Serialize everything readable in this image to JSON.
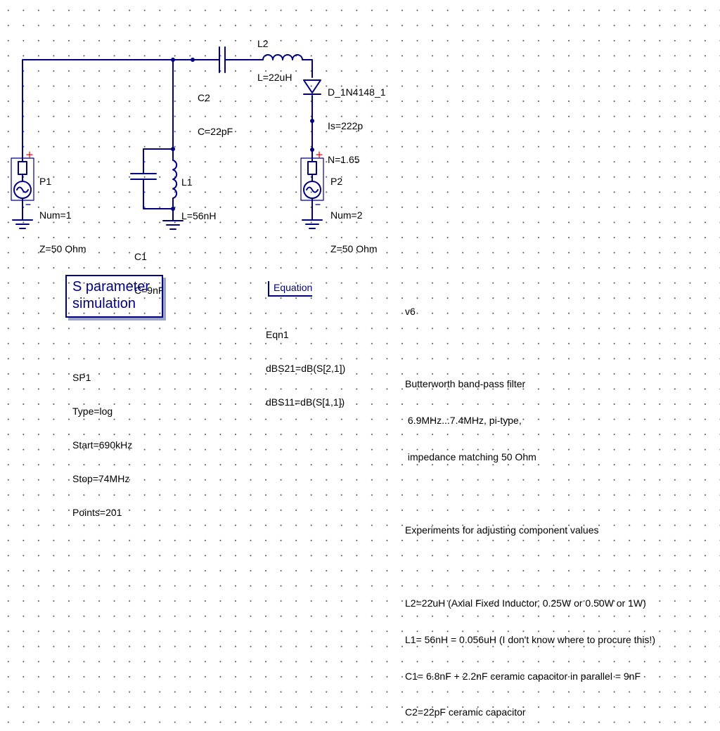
{
  "components": {
    "P1": {
      "lines": [
        "P1",
        "Num=1",
        "Z=50 Ohm"
      ]
    },
    "P2": {
      "lines": [
        "P2",
        "Num=2",
        "Z=50 Ohm"
      ]
    },
    "C1": {
      "lines": [
        "C1",
        "C=9nF"
      ]
    },
    "L1": {
      "lines": [
        "L1",
        "L=56nH"
      ]
    },
    "C2": {
      "lines": [
        "C2",
        "C=22pF"
      ]
    },
    "L2": {
      "lines": [
        "L2",
        "L=22uH"
      ]
    },
    "D1": {
      "lines": [
        "D_1N4148_1",
        "Is=222p",
        "N=1.65"
      ]
    }
  },
  "simulation": {
    "box_lines": [
      "S parameter",
      "simulation"
    ],
    "params": [
      "SP1",
      "Type=log",
      "Start=690kHz",
      "Stop=74MHz",
      "Points=201"
    ]
  },
  "equation": {
    "header": "Equation",
    "lines": [
      "Eqn1",
      "dBS21=dB(S[2,1])",
      "dBS11=dB(S[1,1])"
    ]
  },
  "notes": {
    "lines": [
      "v6",
      "",
      "Butterworth band-pass filter",
      " 6.9MHz...7.4MHz, pi-type,",
      " impedance matching 50 Ohm",
      "",
      "Experiments for adjusting component values",
      "",
      "L2=22uH (Axial Fixed Inductor, 0.25W or 0.50W or 1W)",
      "L1= 56nH = 0.056uH (I don't know where to procure this!)",
      "C1= 6.8nF + 2.2nF ceramic capacitor in parallel = 9nF",
      "C2=22pF ceramic capacitor"
    ]
  },
  "colors": {
    "wire": "#000080",
    "text": "#000000",
    "port_plus": "#ff0000",
    "grid_dot": "#555555",
    "background": "#ffffff"
  }
}
